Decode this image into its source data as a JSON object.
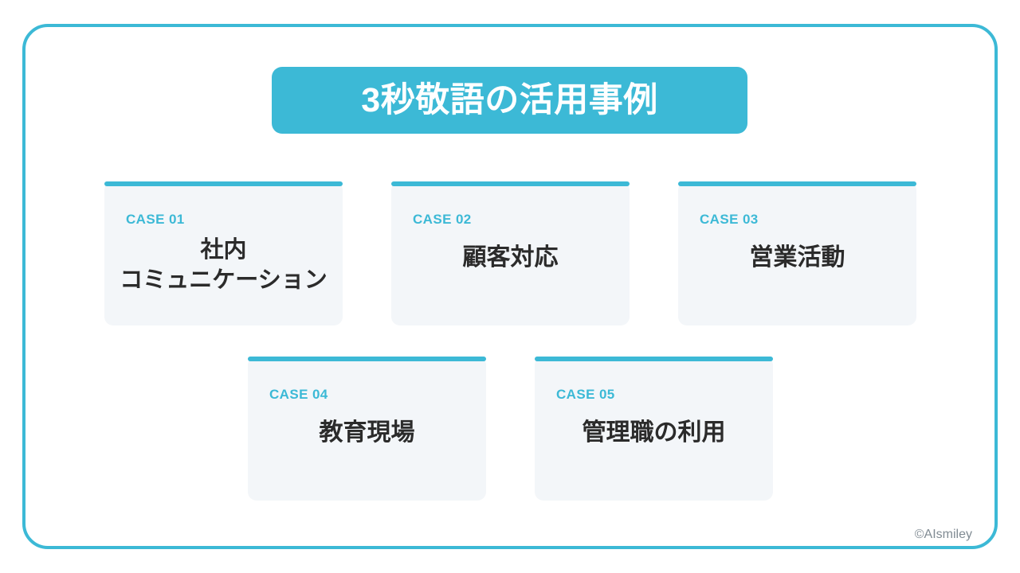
{
  "slide": {
    "title": "3秒敬語の活用事例",
    "credit": "©AIsmiley",
    "colors": {
      "accent": "#3cb9d6",
      "card_background": "#f3f6f9",
      "card_title_text": "#2b2b2b",
      "page_background": "#ffffff",
      "credit_text": "#808b93"
    }
  },
  "cases": {
    "row1": [
      {
        "label": "CASE 01",
        "title": "社内\nコミュニケーション"
      },
      {
        "label": "CASE 02",
        "title": "顧客対応"
      },
      {
        "label": "CASE 03",
        "title": "営業活動"
      }
    ],
    "row2": [
      {
        "label": "CASE 04",
        "title": "教育現場"
      },
      {
        "label": "CASE 05",
        "title": "管理職の利用"
      }
    ]
  }
}
